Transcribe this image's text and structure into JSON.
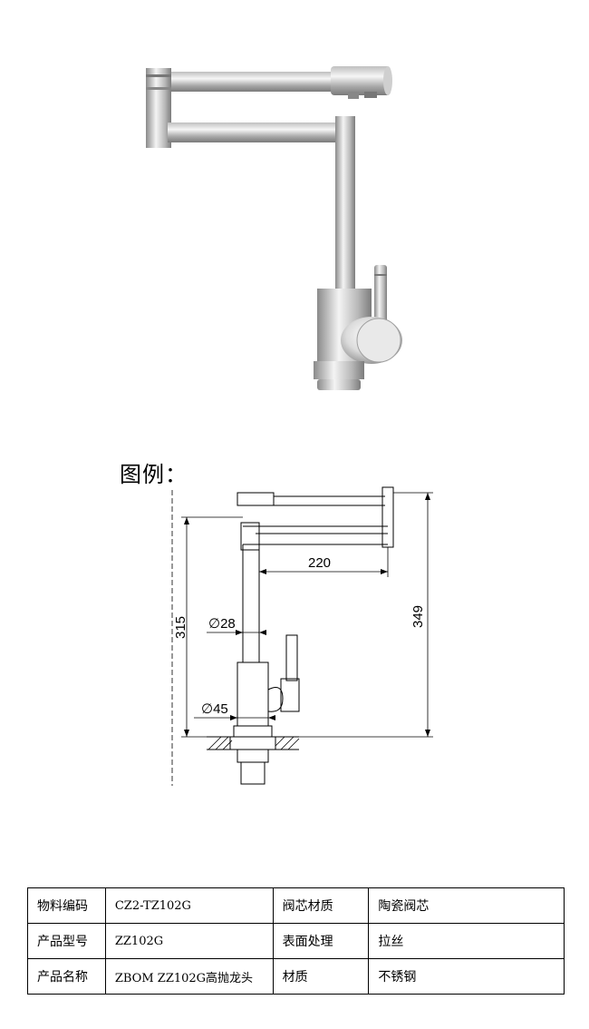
{
  "legend": {
    "title": "图例："
  },
  "drawing": {
    "dim_reach": "220",
    "dim_height_left": "315",
    "dim_height_right": "349",
    "dim_pipe_diameter": "∅28",
    "dim_base_diameter": "∅45"
  },
  "spec_table": {
    "rows": [
      {
        "label1": "物料编码",
        "value1": "CZ2-TZ102G",
        "label2": "阀芯材质",
        "value2": "陶瓷阀芯"
      },
      {
        "label1": "产品型号",
        "value1": "ZZ102G",
        "label2": "表面处理",
        "value2": "拉丝"
      },
      {
        "label1": "产品名称",
        "value1": "ZBOM ZZ102G高抛龙头",
        "label2": "材质",
        "value2": "不锈钢"
      }
    ]
  },
  "colors": {
    "steel_light": "#e8e8e8",
    "steel_dark": "#9a9a9a",
    "line": "#000000"
  }
}
